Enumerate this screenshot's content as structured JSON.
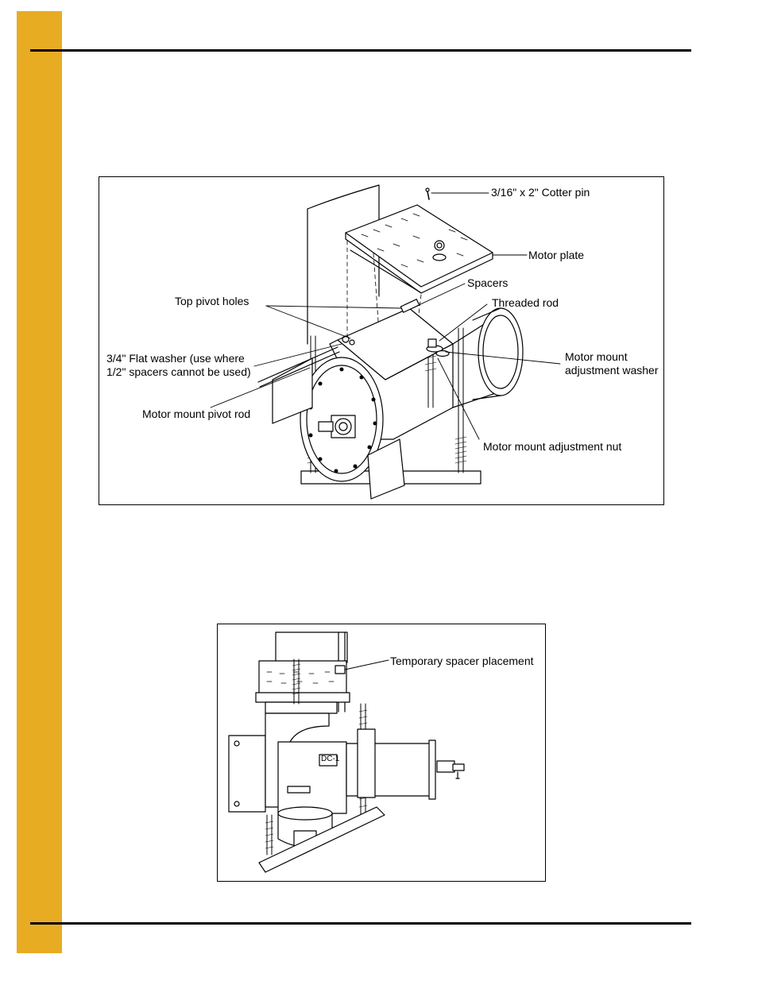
{
  "figure1": {
    "callouts": {
      "cotter_pin": "3/16\" x 2\" Cotter pin",
      "motor_plate": "Motor plate",
      "spacers": "Spacers",
      "threaded_rod": "Threaded rod",
      "top_pivot_holes": "Top pivot holes",
      "flat_washer_line1": "3/4\" Flat washer (use where",
      "flat_washer_line2": "1/2\" spacers cannot be used)",
      "adj_washer_line1": "Motor mount",
      "adj_washer_line2": "adjustment washer",
      "pivot_rod": "Motor mount pivot rod",
      "adj_nut": "Motor mount adjustment nut"
    }
  },
  "figure2": {
    "callouts": {
      "temp_spacer": "Temporary spacer placement"
    },
    "motor_label": "DC-1"
  },
  "colors": {
    "side_bar": "#e8ac22",
    "rule": "#000000"
  }
}
